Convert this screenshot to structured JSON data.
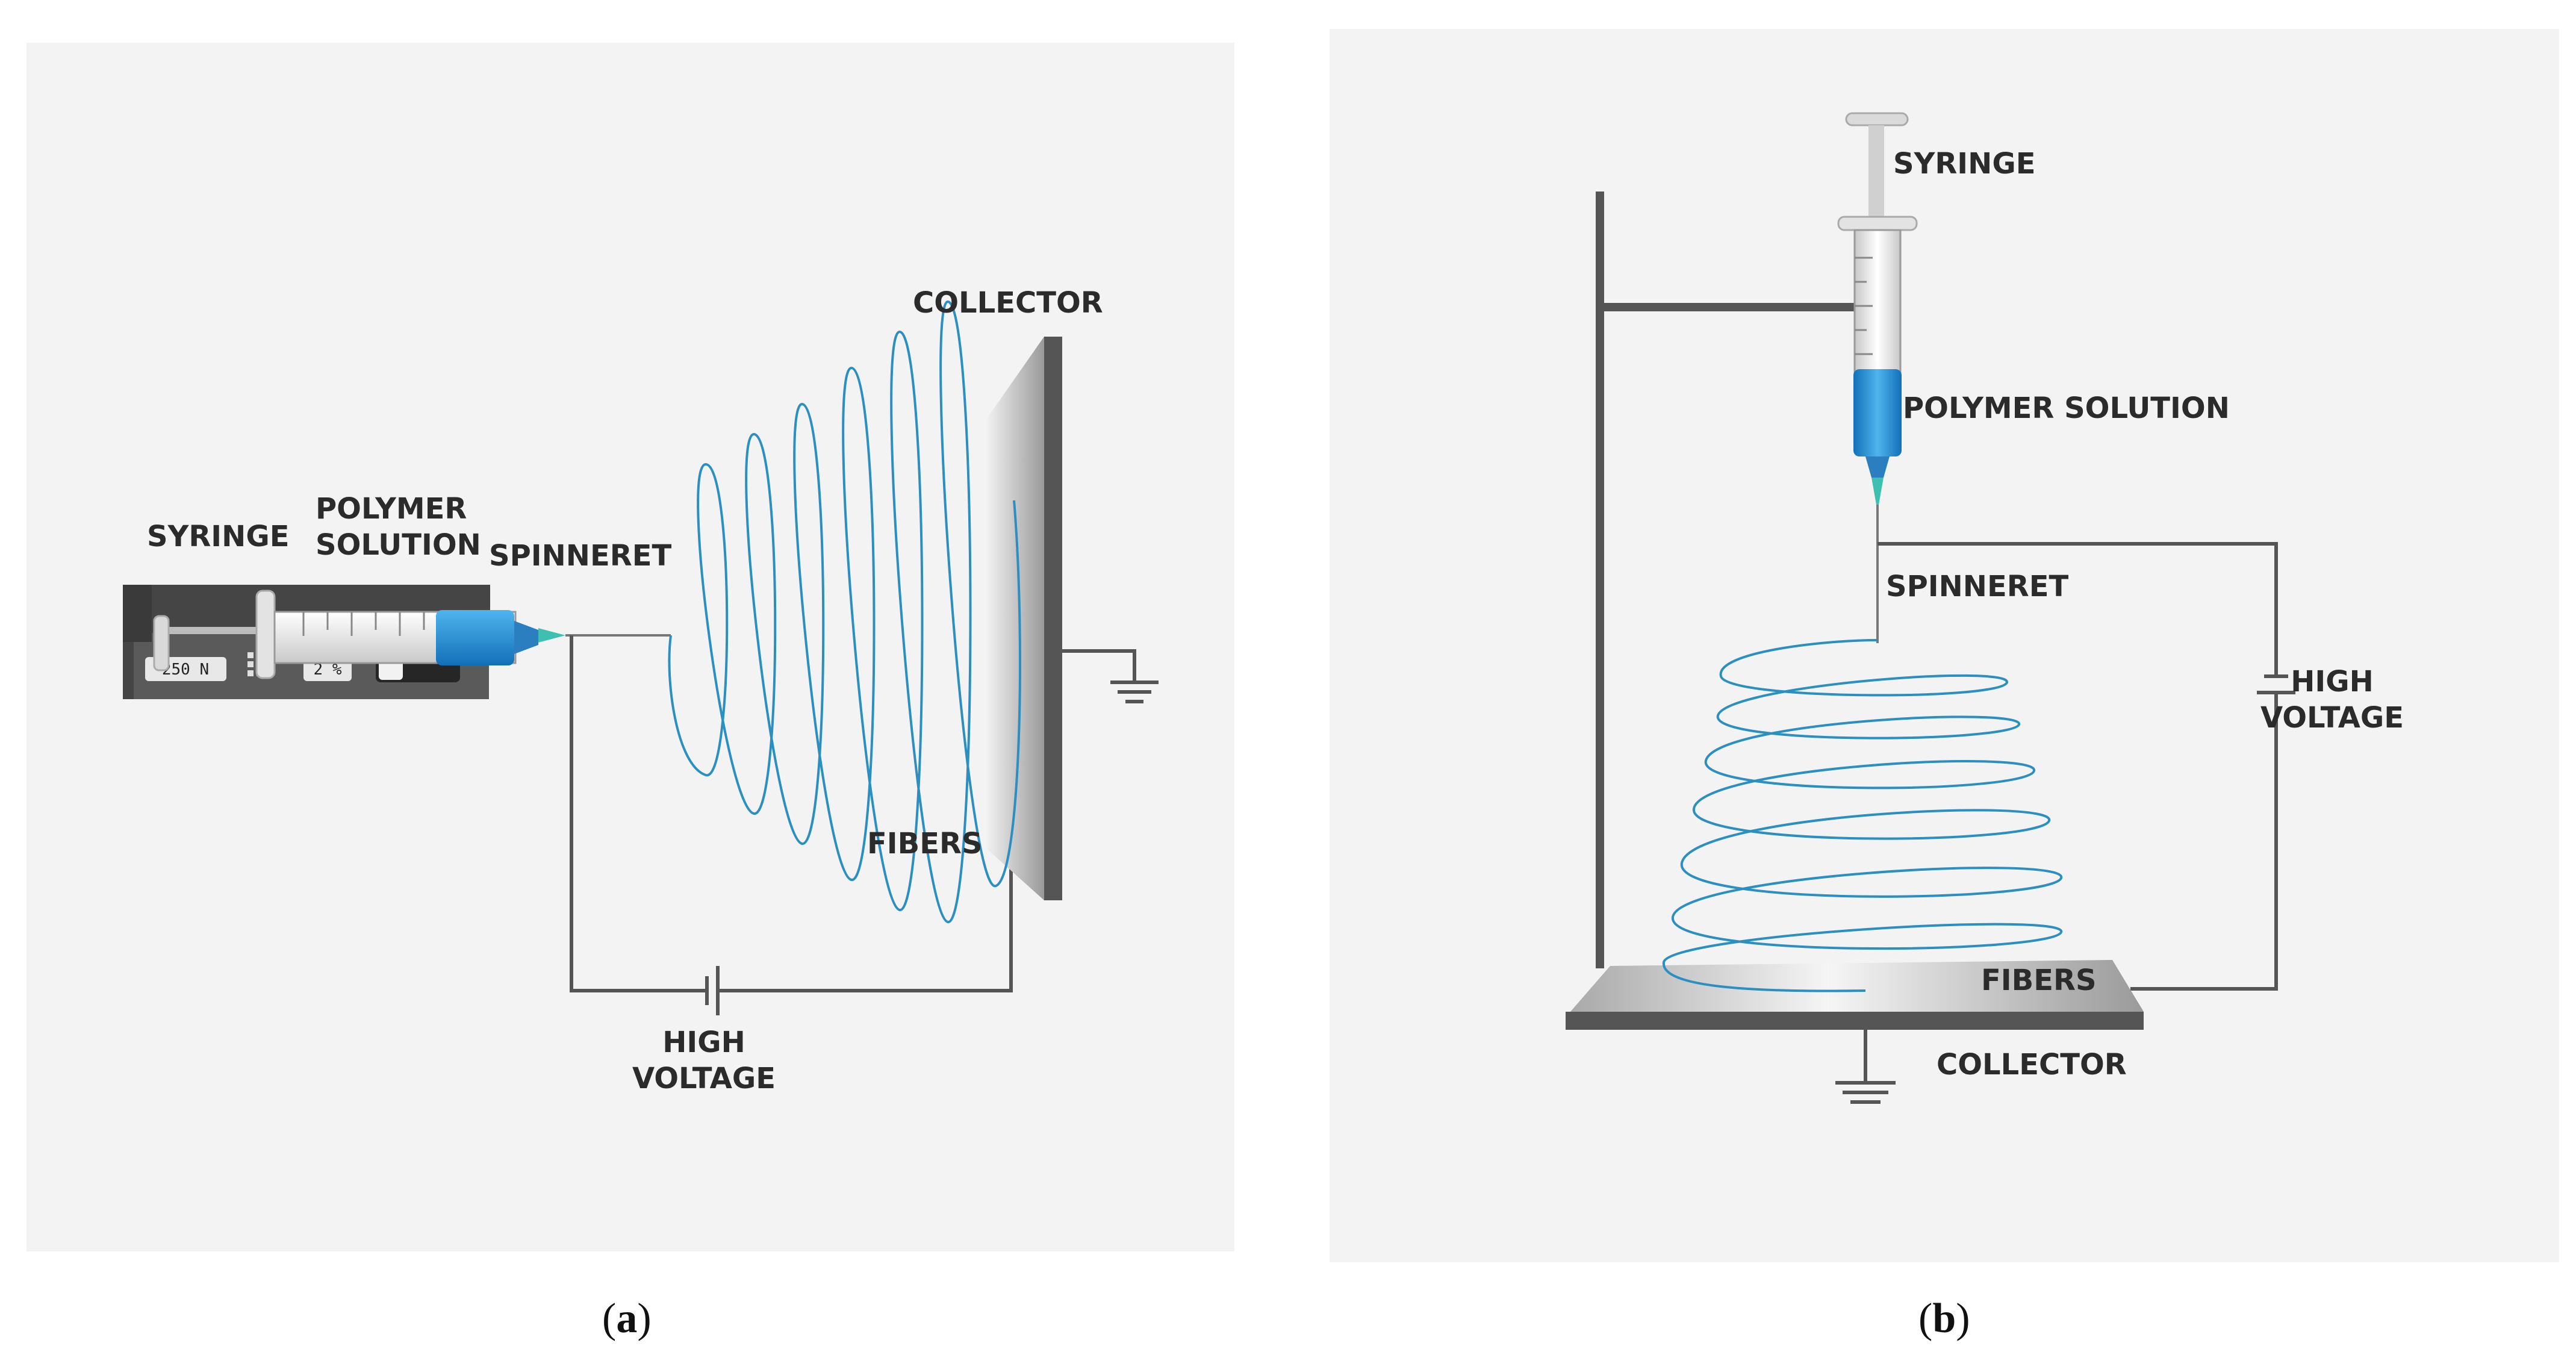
{
  "panel_a": {
    "labels": {
      "syringe": "SYRINGE",
      "polymer_solution": "POLYMER\nSOLUTION",
      "spinneret": "SPINNERET",
      "collector": "COLLECTOR",
      "fibers": "FIBERS",
      "high_voltage": "HIGH\nVOLTAGE"
    },
    "pump_display": {
      "rate": "250 N",
      "percent": "2 %"
    }
  },
  "panel_b": {
    "labels": {
      "syringe": "SYRINGE",
      "polymer_solution": "POLYMER SOLUTION",
      "spinneret": "SPINNERET",
      "high_voltage": "HIGH\nVOLTAGE",
      "fibers": "FIBERS",
      "collector": "COLLECTOR"
    }
  },
  "captions": {
    "a": "a",
    "b": "b"
  },
  "colors": {
    "panel_bg": "#f3f3f3",
    "fiber": "#2b8fc0",
    "solution": "#1e88d0",
    "needle": "#3fbfb0",
    "wire": "#555555",
    "collector": "#5a5a5a"
  }
}
